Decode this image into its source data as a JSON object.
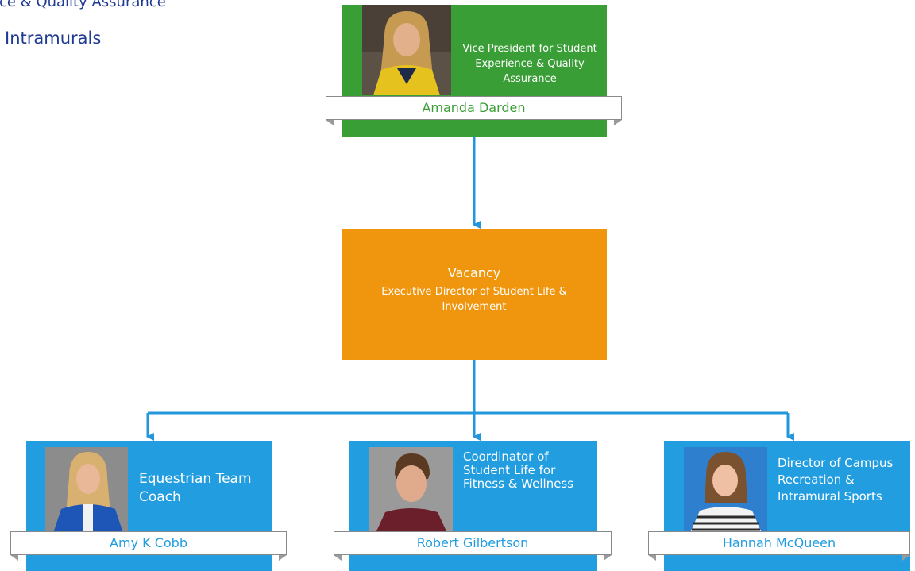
{
  "header": {
    "line1": "ice & Quality Assurance",
    "line2": "Intramurals"
  },
  "colors": {
    "executive_green": "#3a9e36",
    "director_orange": "#f0960e",
    "staff_blue": "#219de0",
    "connector_blue": "#2496dc",
    "header_text": "#1f3a93"
  },
  "org_chart": {
    "top": {
      "name": "Amanda Darden",
      "title": "Vice President for Student Experience & Quality Assurance",
      "photo_icon": "portrait-photo"
    },
    "middle": {
      "name": "Vacancy",
      "title": "Executive Director of Student Life & Involvement"
    },
    "reports": [
      {
        "name": "Amy K Cobb",
        "title": "Equestrian Team Coach",
        "photo_icon": "portrait-photo"
      },
      {
        "name": "Robert Gilbertson",
        "title": "Coordinator of Student Life for Fitness & Wellness",
        "photo_icon": "portrait-photo"
      },
      {
        "name": "Hannah McQueen",
        "title": "Director of Campus Recreation & Intramural Sports",
        "photo_icon": "portrait-photo"
      }
    ]
  }
}
